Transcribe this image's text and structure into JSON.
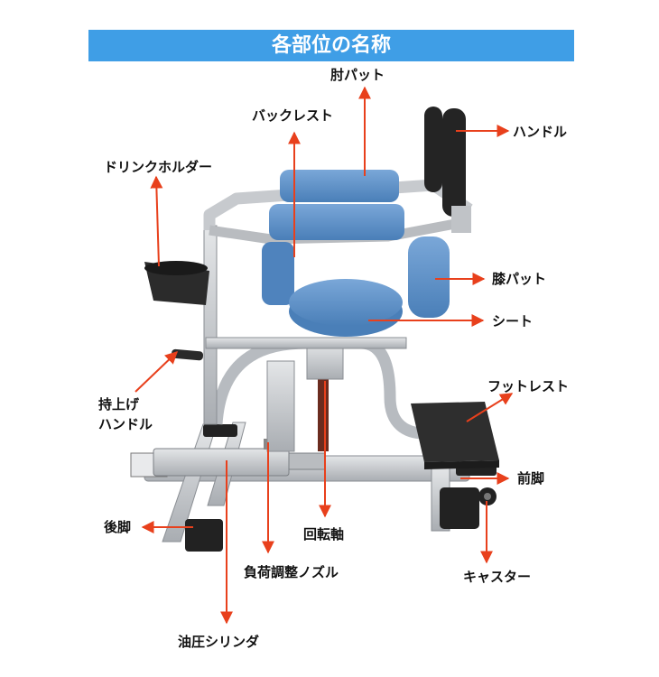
{
  "title": "各部位の名称",
  "colors": {
    "banner": "#3f9ee6",
    "arrow": "#e8401c",
    "cushion": "#5b8fc7",
    "frame": "#c9ccd0",
    "dark": "#2a2a2a"
  },
  "labels": {
    "armpad": "肘パット",
    "backrest": "バックレスト",
    "handle": "ハンドル",
    "drink_holder": "ドリンクホルダー",
    "knee_pad": "膝パット",
    "seat": "シート",
    "lift_handle_line1": "持上げ",
    "lift_handle_line2": "ハンドル",
    "footrest": "フットレスト",
    "front_leg": "前脚",
    "rear_leg": "後脚",
    "rotation_axis": "回転軸",
    "caster": "キャスター",
    "load_nozzle": "負荷調整ノズル",
    "hydraulic_cylinder": "油圧シリンダ"
  }
}
